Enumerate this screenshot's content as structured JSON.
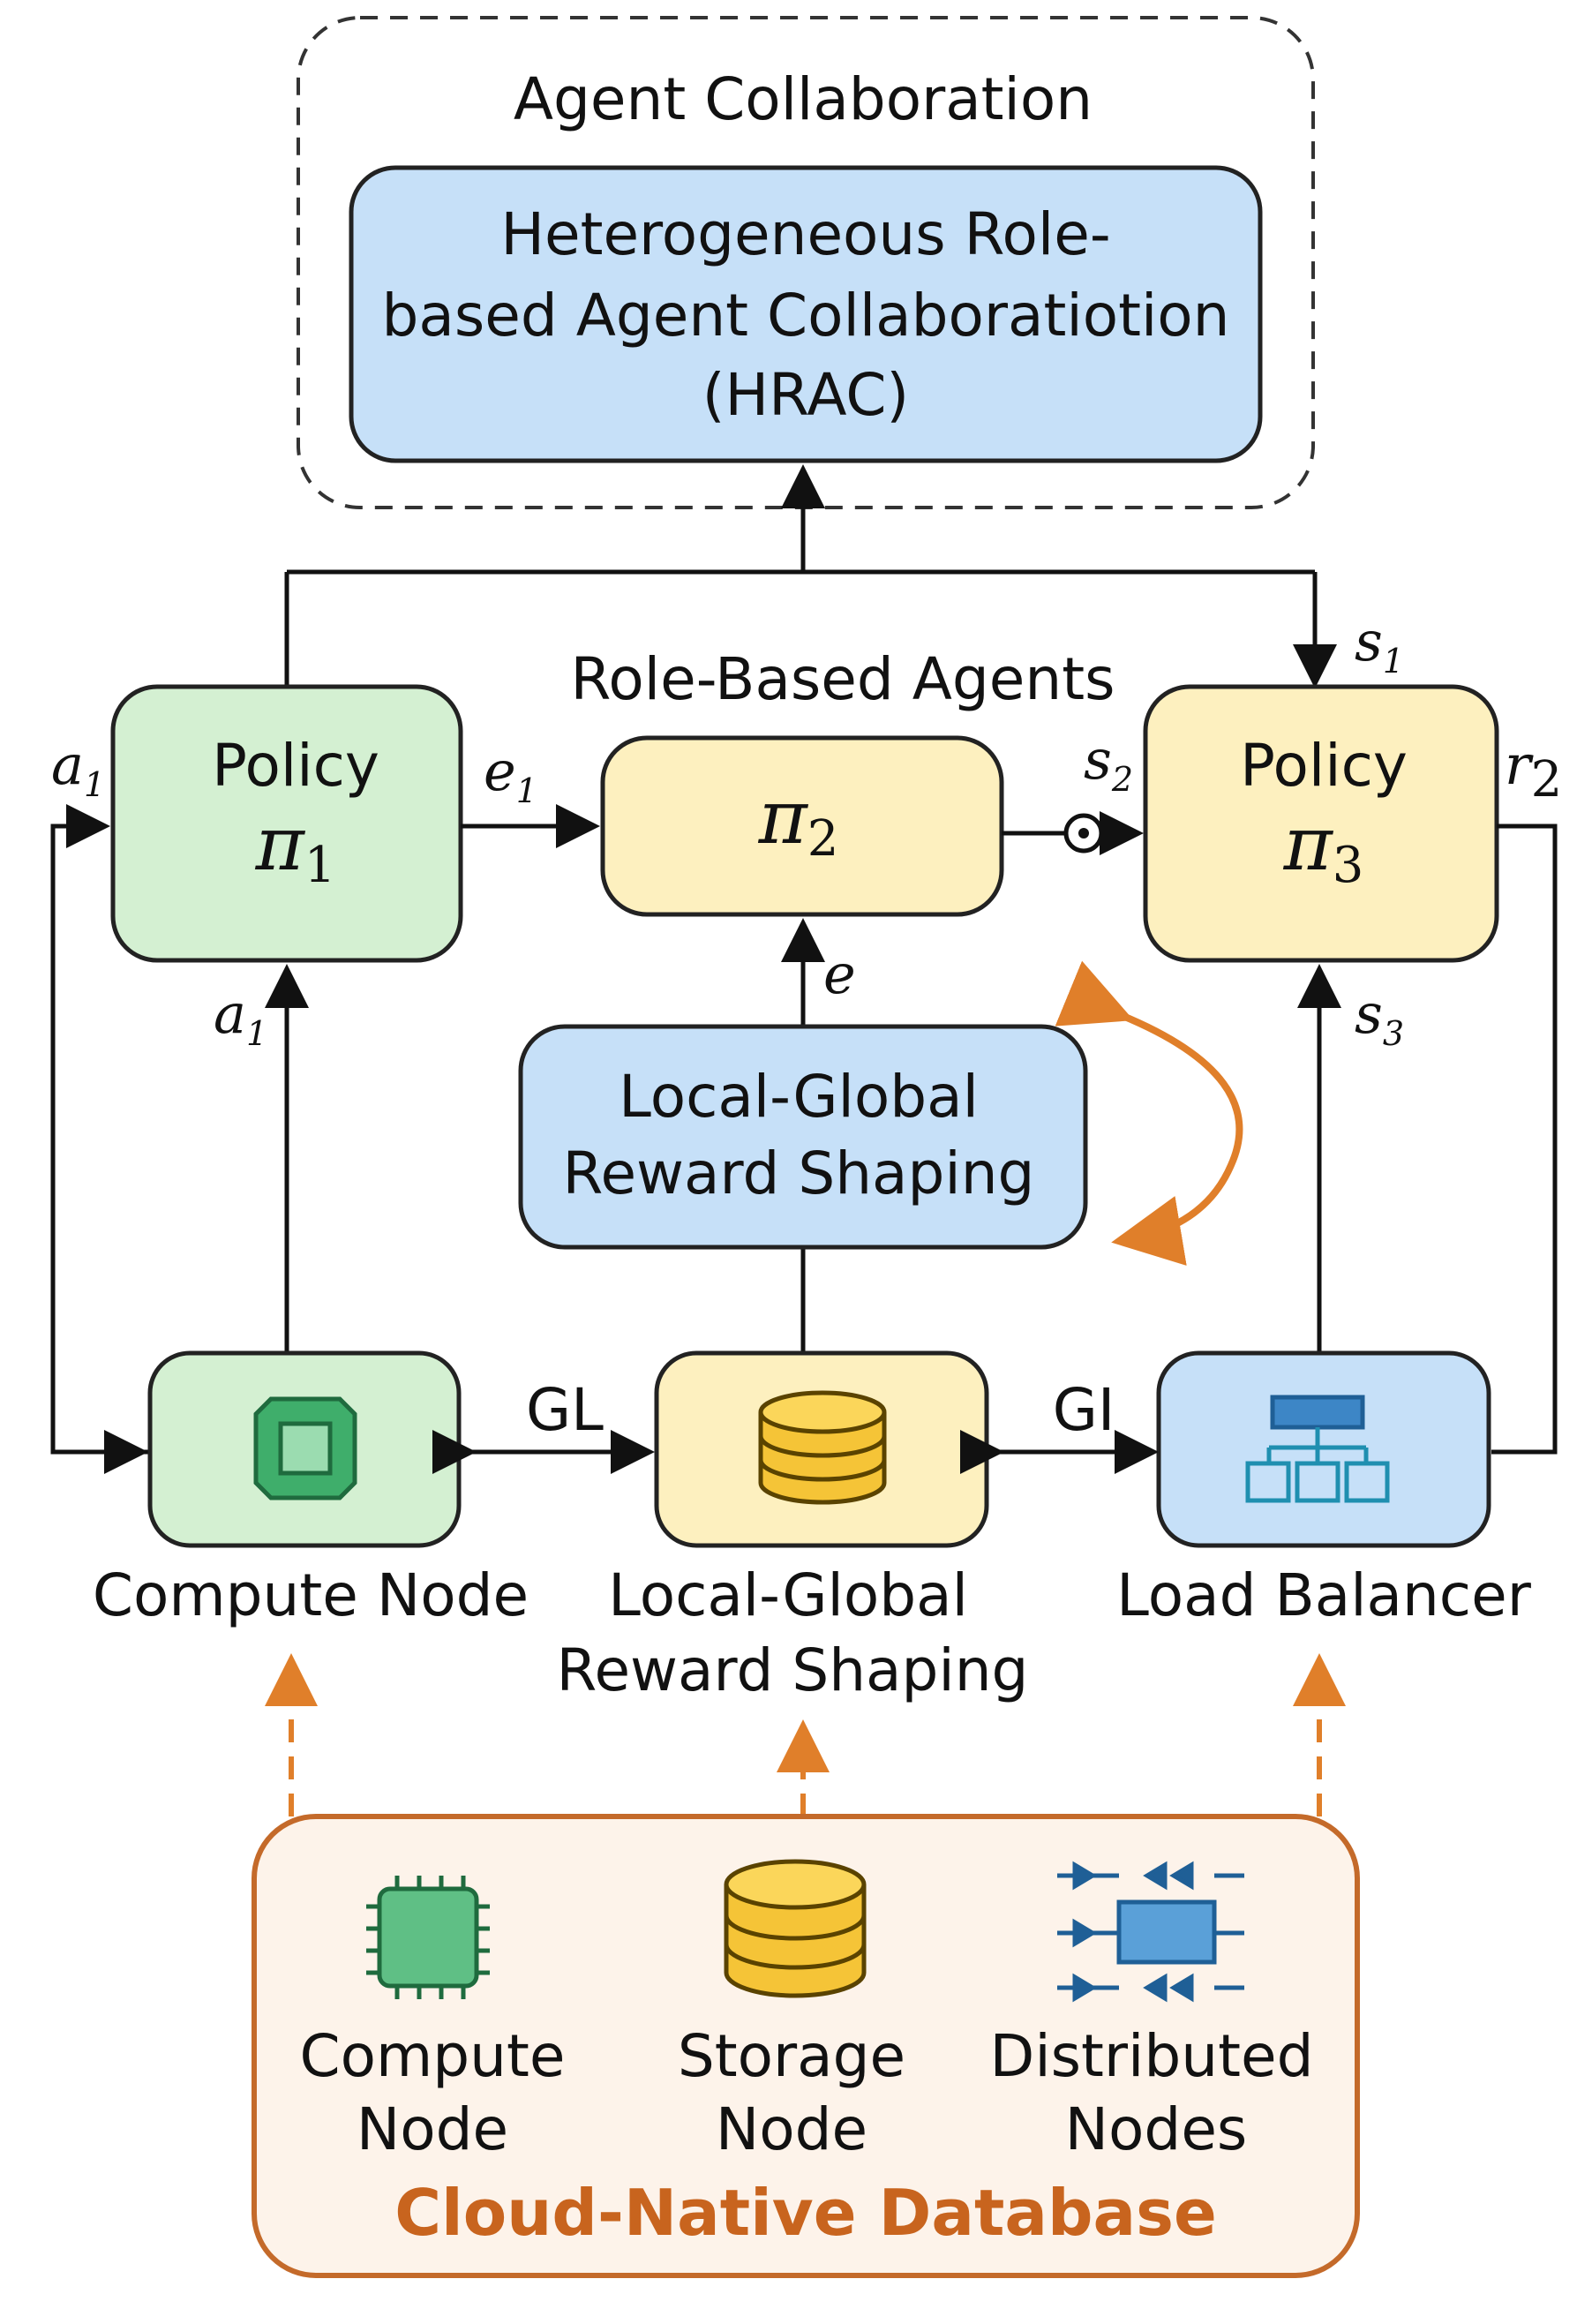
{
  "agent_collaboration": {
    "title": "Agent Collaboration",
    "hrac_lines": [
      "Heterogeneous Role-",
      "based Agent Collaboratiotion",
      "(HRAC)"
    ]
  },
  "role_based_agents": {
    "title": "Role-Based Agents",
    "policy1": {
      "line1": "Policy",
      "symbol": "π",
      "sub": "1"
    },
    "policy2": {
      "symbol": "π",
      "sub": "2"
    },
    "policy3": {
      "line1": "Policy",
      "symbol": "π",
      "sub": "3"
    }
  },
  "edge_labels": {
    "a1_left": {
      "sym": "a",
      "sub": "1"
    },
    "a1_up": {
      "sym": "a",
      "sub": "1"
    },
    "e1": {
      "sym": "e",
      "sub": "1"
    },
    "e": {
      "sym": "e"
    },
    "s1": {
      "sym": "s",
      "sub": "1"
    },
    "s2": {
      "sym": "s",
      "sub": "2"
    },
    "s3": {
      "sym": "s",
      "sub": "3"
    },
    "r2": {
      "sym": "r",
      "sub": "2"
    },
    "gl": "GL",
    "gi": "GI",
    "gate": "⊙"
  },
  "reward_shaping_box": {
    "lines": [
      "Local-Global",
      "Reward Shaping"
    ]
  },
  "nodes": {
    "compute": {
      "label": "Compute Node"
    },
    "reward": {
      "lines": [
        "Local-Global",
        "Reward Shaping"
      ]
    },
    "load_balancer": {
      "label": "Load Balancer"
    }
  },
  "database": {
    "title": "Cloud-Native Database",
    "items": [
      {
        "lines": [
          "Compute",
          "Node"
        ]
      },
      {
        "lines": [
          "Storage",
          "Node"
        ]
      },
      {
        "lines": [
          "Distributed",
          "Nodes"
        ]
      }
    ]
  },
  "colors": {
    "green_fill": "#d4f0d2",
    "yellow_fill": "#fdf0bf",
    "blue_fill": "#c6e0f8",
    "orange": "#e07f2a",
    "db_border": "#c46a2a",
    "db_fill": "#fdf3ea"
  },
  "icons": [
    "chip-icon",
    "database-icon",
    "network-icon",
    "cpu-icon",
    "storage-icon",
    "distributed-nodes-icon",
    "cycle-arrows-icon"
  ]
}
